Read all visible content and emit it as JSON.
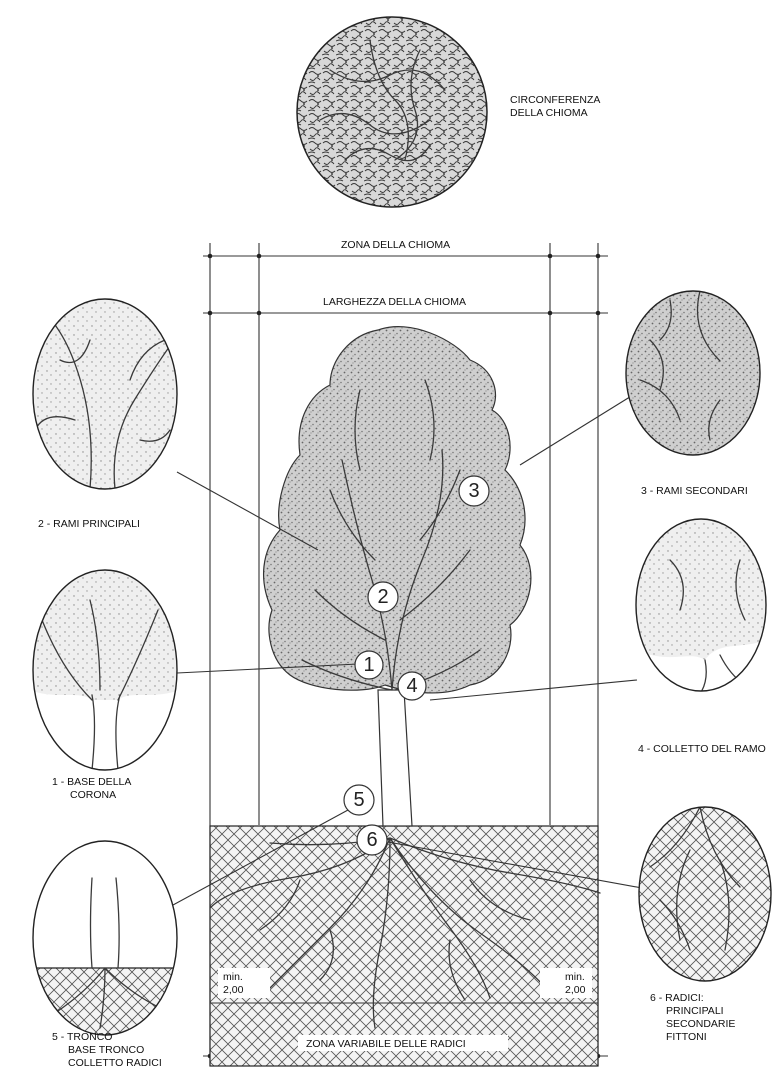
{
  "top": {
    "crown_circumference": [
      "CIRCONFERENZA",
      "DELLA CHIOMA"
    ]
  },
  "dimensions": {
    "crown_zone": "ZONA DELLA CHIOMA",
    "crown_width": "LARGHEZZA DELLA CHIOMA",
    "root_zone": "ZONA VARIABILE DELLE RADICI",
    "min_left": [
      "min.",
      "2,00"
    ],
    "min_right": [
      "min.",
      "2,00"
    ]
  },
  "markers": [
    "1",
    "2",
    "3",
    "4",
    "5",
    "6"
  ],
  "details": {
    "d2": "2 - RAMI PRINCIPALI",
    "d3": "3 - RAMI SECONDARI",
    "d1": [
      "1 - BASE DELLA",
      "CORONA"
    ],
    "d4": "4 - COLLETTO DEL RAMO",
    "d5": [
      "5 - TRONCO",
      "BASE TRONCO",
      "COLLETTO RADICI"
    ],
    "d6": [
      "6 - RADICI:",
      "PRINCIPALI",
      "SECONDARIE",
      "FITTONI"
    ]
  }
}
